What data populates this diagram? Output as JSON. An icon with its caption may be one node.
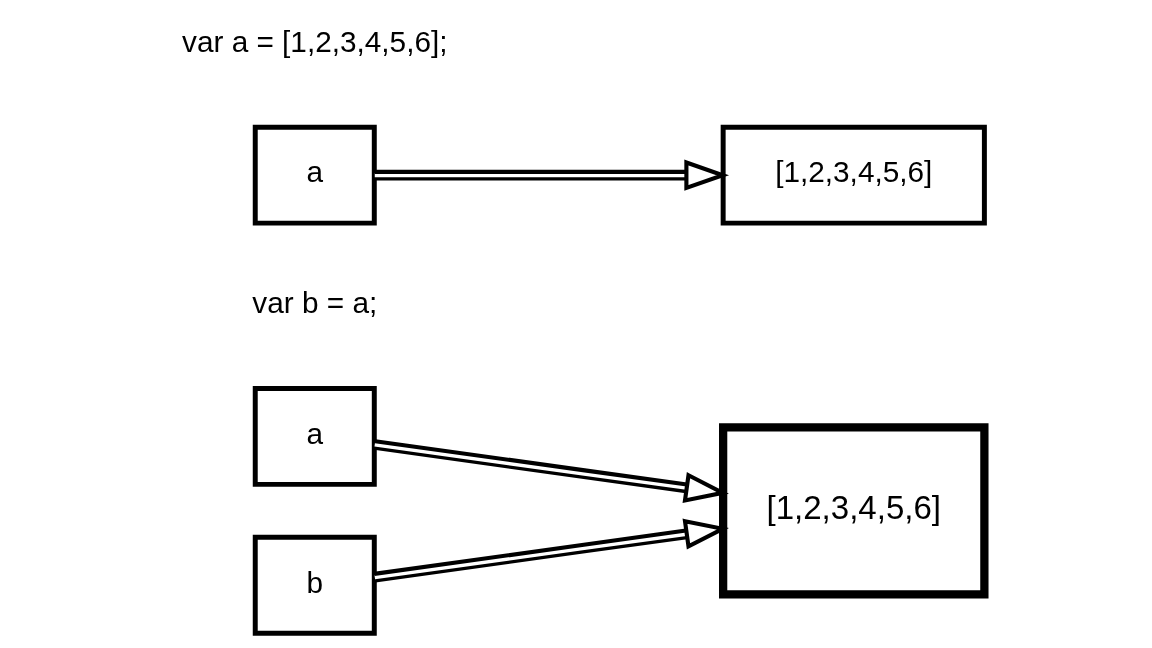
{
  "diagram": {
    "nodes": [
      {
        "text": [
          "a"
        ]
      },
      {
        "text": [
          "[1,2,3,4,5,6]"
        ]
      },
      {
        "text": [
          "a"
        ]
      },
      {
        "text": [
          "b"
        ]
      },
      {
        "text": [
          "[1,2,3,4,5,6]"
        ]
      }
    ],
    "edges": [
      {
        "from": 0,
        "to": 1,
        "arrow": "to"
      },
      {
        "from": 2,
        "to": 4,
        "arrow": "to"
      },
      {
        "from": 3,
        "to": 4,
        "arrow": "to"
      }
    ],
    "labels": [
      "var a = [1,2,3,4,5,6];",
      "var b = a;"
    ]
  }
}
